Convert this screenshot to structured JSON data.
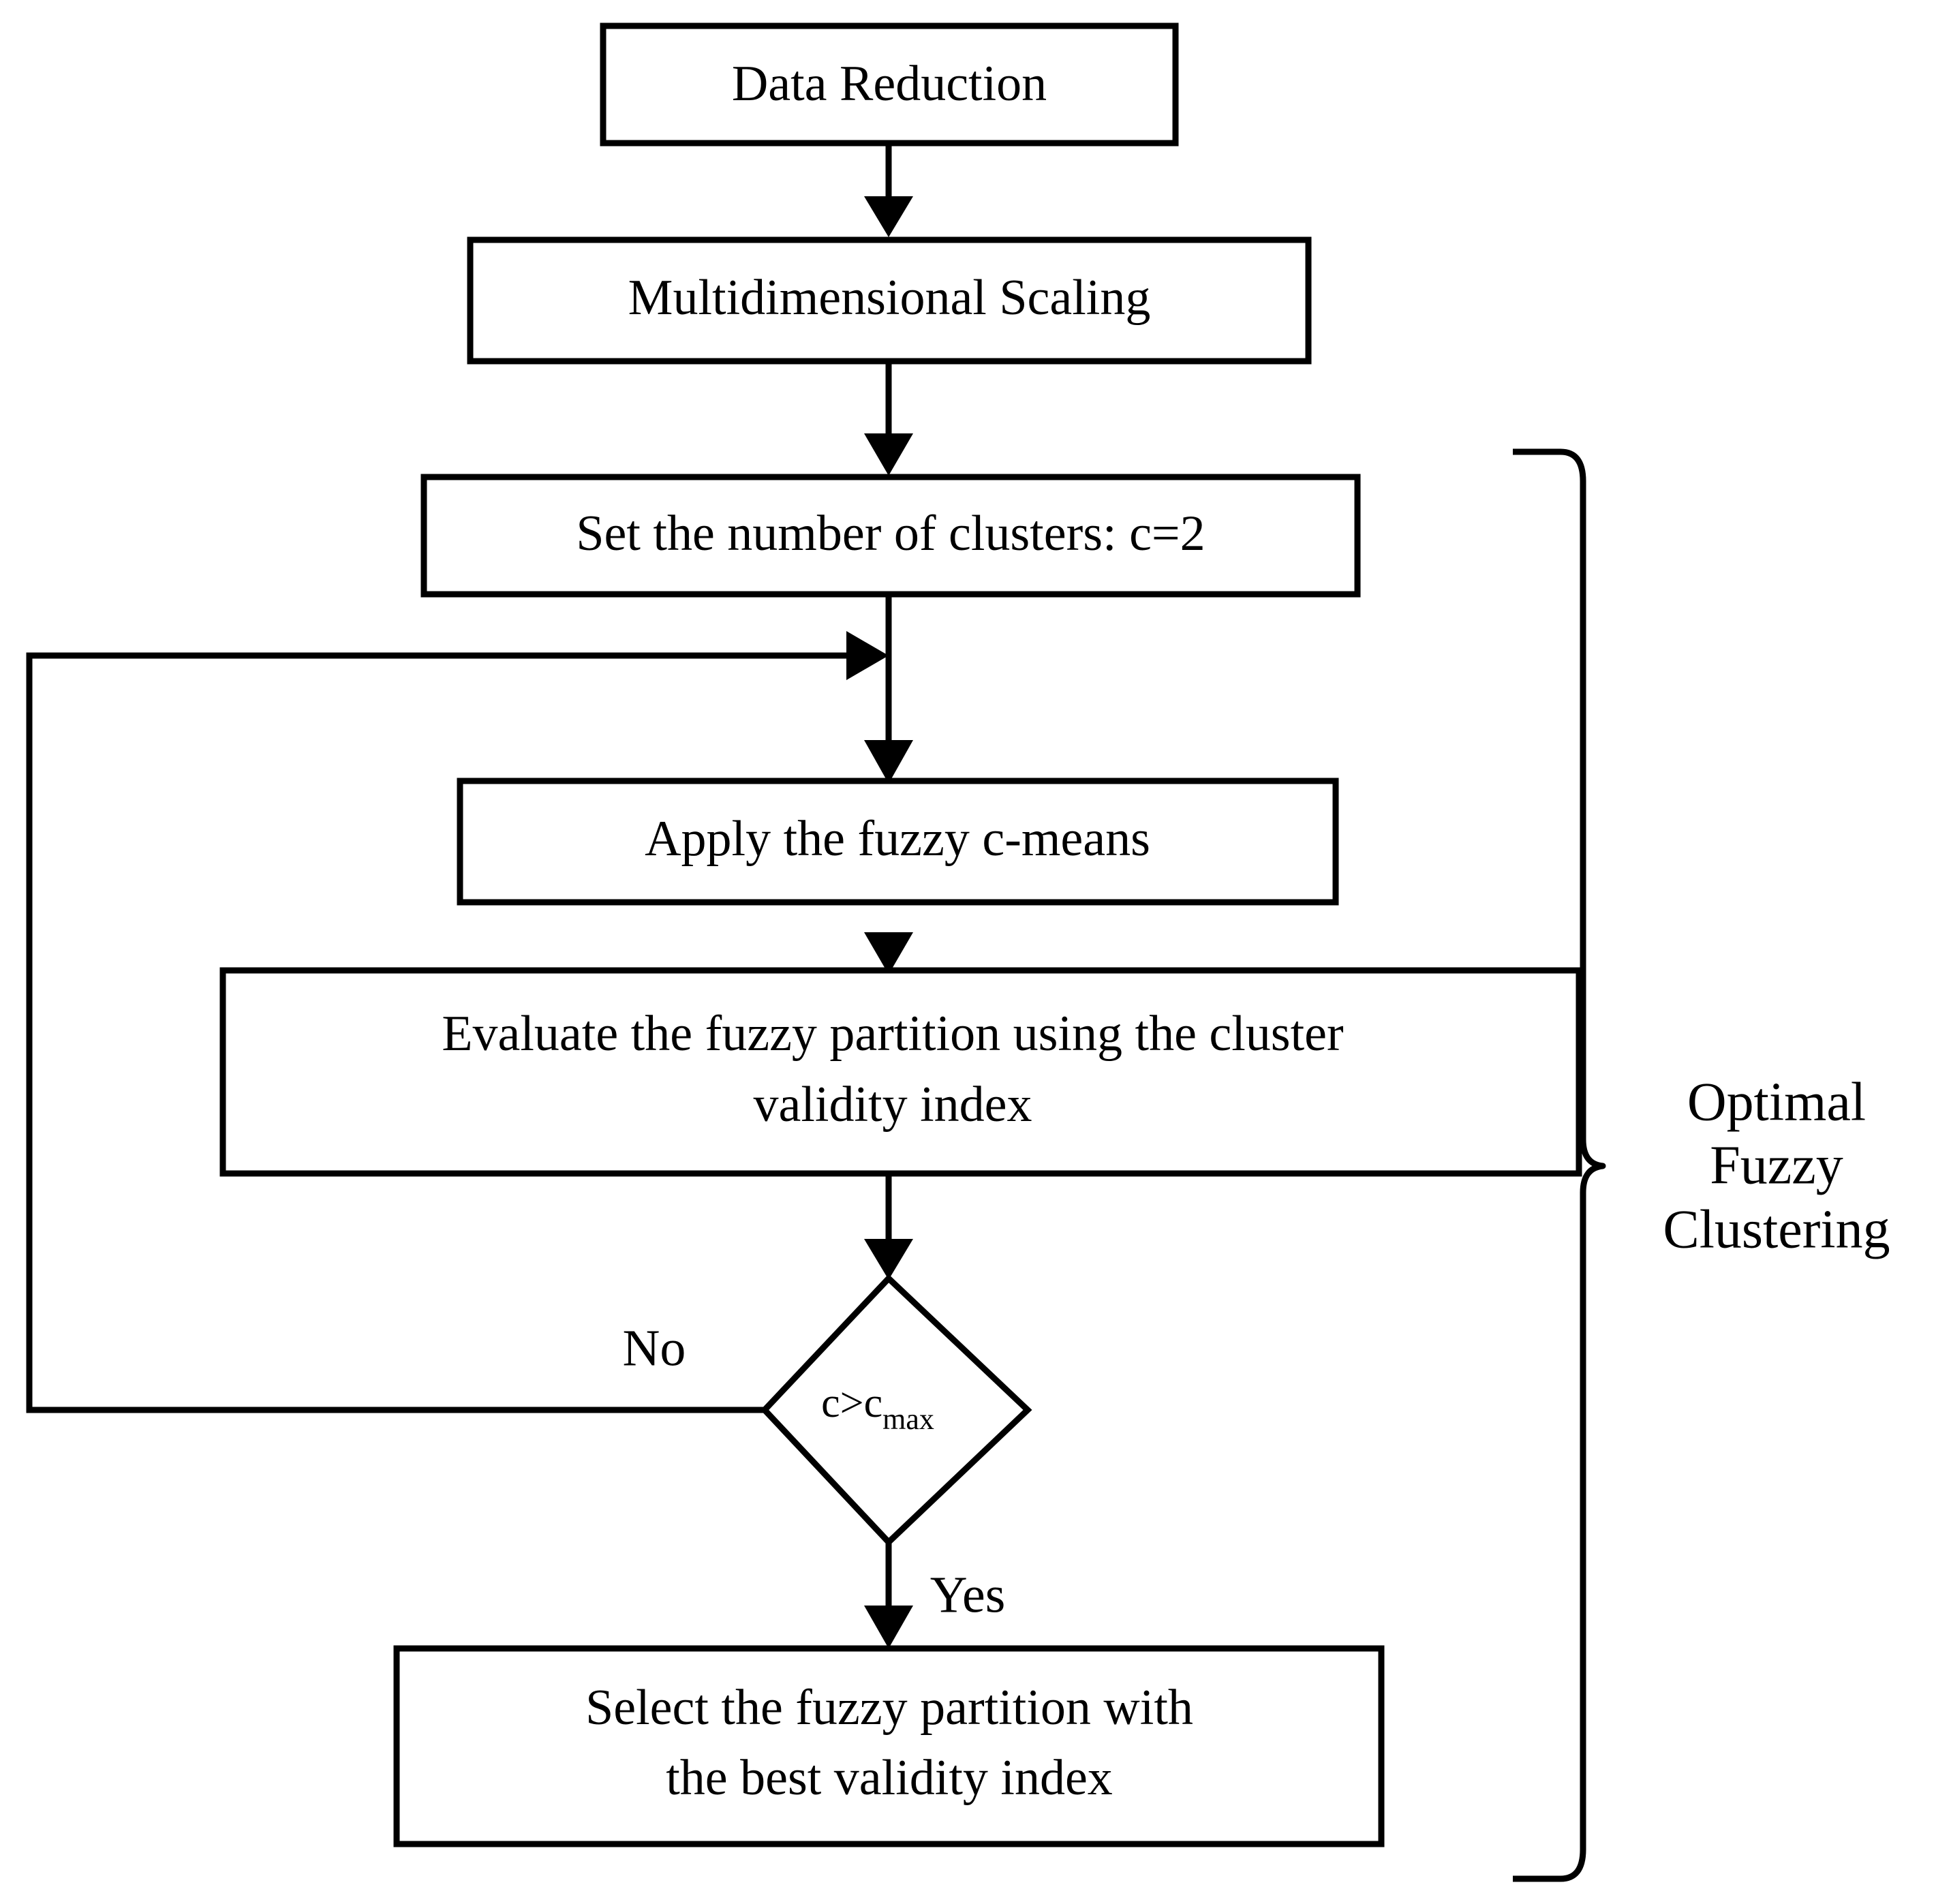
{
  "diagram": {
    "type": "flowchart",
    "title": "Optimal Fuzzy Clustering workflow",
    "colors": {
      "background": "#ffffff",
      "stroke": "#000000",
      "text": "#000000"
    },
    "nodes": [
      {
        "id": "data-reduction",
        "shape": "rect",
        "label": "Data Reduction"
      },
      {
        "id": "multidimensional-scaling",
        "shape": "rect",
        "label": "Multidimensional Scaling"
      },
      {
        "id": "set-clusters",
        "shape": "rect",
        "label": "Set the number of clusters: c=2"
      },
      {
        "id": "apply-fcm",
        "shape": "rect",
        "label": "Apply the fuzzy c-means"
      },
      {
        "id": "evaluate-partition",
        "shape": "rect",
        "label_line1": "Evaluate the fuzzy partition using the cluster",
        "label_line2": "validity index"
      },
      {
        "id": "decision-cmax",
        "shape": "diamond",
        "label_base": "c>c",
        "label_subscript": "max"
      },
      {
        "id": "select-partition",
        "shape": "rect",
        "label_line1": "Select the fuzzy partition with",
        "label_line2": "the best validity index"
      }
    ],
    "edge_labels": {
      "no": "No",
      "yes": "Yes"
    },
    "brace": {
      "label_line1": "Optimal",
      "label_line2": "Fuzzy",
      "label_line3": "Clustering"
    }
  }
}
